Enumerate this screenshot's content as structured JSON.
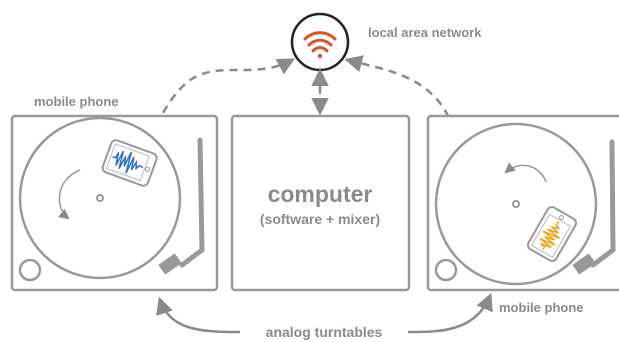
{
  "network": {
    "label": "local area network",
    "icon": "wifi-icon",
    "icon_color": "#d9542b"
  },
  "left_device": {
    "label": "mobile phone",
    "waveform_color": "#2f72c9"
  },
  "right_device": {
    "label": "mobile phone",
    "waveform_color": "#f0a21a"
  },
  "computer": {
    "title": "computer",
    "subtitle": "(software + mixer)"
  },
  "turntables": {
    "label": "analog turntables"
  },
  "colors": {
    "line": "#8a8a8a",
    "outline": "#999999"
  }
}
